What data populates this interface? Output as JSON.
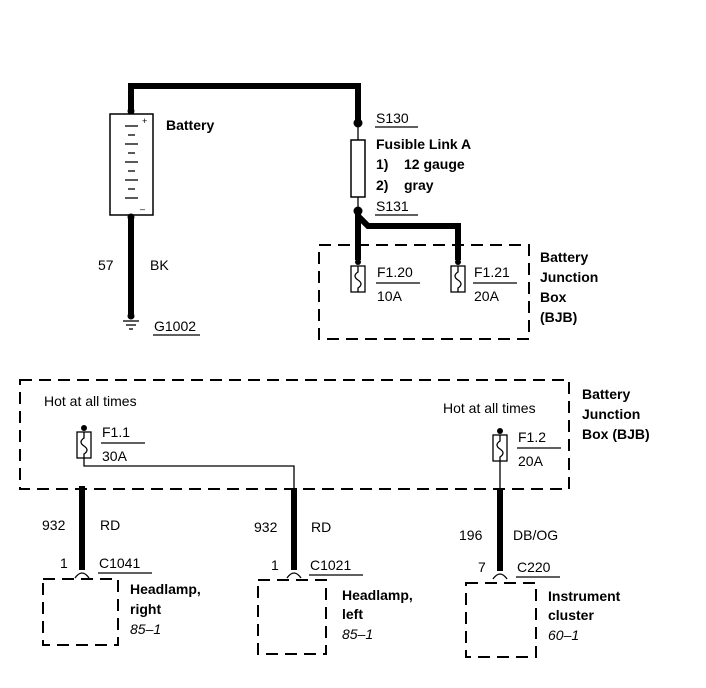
{
  "top": {
    "battery_label": "Battery",
    "wire_ground_circuit": "57",
    "wire_ground_color": "BK",
    "ground_id": "G1002",
    "splice1": "S130",
    "fusible_link_title": "Fusible Link A",
    "fusible_spec1_num": "1)",
    "fusible_spec1": "12 gauge",
    "fusible_spec2_num": "2)",
    "fusible_spec2": "gray",
    "splice2": "S131",
    "fuse1_id": "F1.20",
    "fuse1_rating": "10A",
    "fuse2_id": "F1.21",
    "fuse2_rating": "20A",
    "bjb_line1": "Battery",
    "bjb_line2": "Junction",
    "bjb_line3": "Box",
    "bjb_line4": "(BJB)"
  },
  "bottom": {
    "hot_left": "Hot at all times",
    "hot_right": "Hot at all times",
    "bjb_line1": "Battery",
    "bjb_line2": "Junction",
    "bjb_line3": "Box (BJB)",
    "fuse_a_id": "F1.1",
    "fuse_a_rating": "30A",
    "fuse_b_id": "F1.2",
    "fuse_b_rating": "20A",
    "wire1_circuit": "932",
    "wire1_color": "RD",
    "wire2_circuit": "932",
    "wire2_color": "RD",
    "wire3_circuit": "196",
    "wire3_color": "DB/OG",
    "conn1_pin": "1",
    "conn1_id": "C1041",
    "conn2_pin": "1",
    "conn2_id": "C1021",
    "conn3_pin": "7",
    "conn3_id": "C220",
    "comp1_line1": "Headlamp,",
    "comp1_line2": "right",
    "comp1_ref": "85–1",
    "comp2_line1": "Headlamp,",
    "comp2_line2": "left",
    "comp2_ref": "85–1",
    "comp3_line1": "Instrument",
    "comp3_line2": "cluster",
    "comp3_ref": "60–1"
  }
}
